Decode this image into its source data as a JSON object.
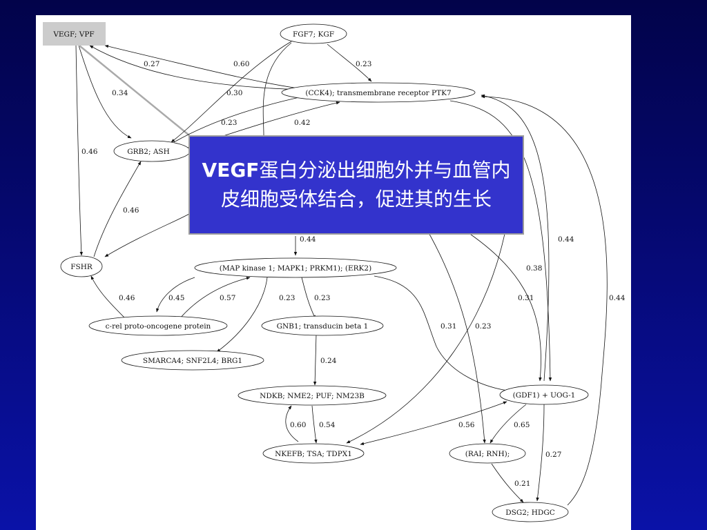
{
  "nodes": {
    "vegf": "VEGF; VPF",
    "fgf7": "FGF7; KGF",
    "ptk7": "(CCK4); transmembrane receptor PTK7",
    "grb2": "GRB2; ASH",
    "fshr": "FSHR",
    "mapk": "(MAP kinase 1; MAPK1; PRKM1); (ERK2)",
    "crel": "c-rel proto-oncogene protein",
    "gnb1": "GNB1; transducin beta 1",
    "smarca4": "SMARCA4; SNF2L4; BRG1",
    "ndkb": "NDKB; NME2; PUF; NM23B",
    "gdf1": "(GDF1) + UOG-1",
    "nkefb": "NKEFB; TSA; TDPX1",
    "rai": "(RAI; RNH);",
    "dsg2": "DSG2; HDGC"
  },
  "edge_labels": {
    "e_027": "0.27",
    "e_060a": "0.60",
    "e_023a": "0.23",
    "e_034": "0.34",
    "e_030": "0.30",
    "e_023b": "0.23",
    "e_042": "0.42",
    "e_046a": "0.46",
    "e_046b": "0.46",
    "e_044a": "0.44",
    "e_044b": "0.44",
    "e_044c": "0.44",
    "e_038": "0.38",
    "e_046c": "0.46",
    "e_045": "0.45",
    "e_057": "0.57",
    "e_023c": "0.23",
    "e_023d": "0.23",
    "e_031a": "0.31",
    "e_031b": "0.31",
    "e_023e": "0.23",
    "e_024": "0.24",
    "e_060b": "0.60",
    "e_054": "0.54",
    "e_056": "0.56",
    "e_065": "0.65",
    "e_027b": "0.27",
    "e_021": "0.21"
  },
  "callout": {
    "bold": "VEGF",
    "text": "蛋白分泌出细胞外并与血管内皮细胞受体结合，促进其的生长"
  }
}
